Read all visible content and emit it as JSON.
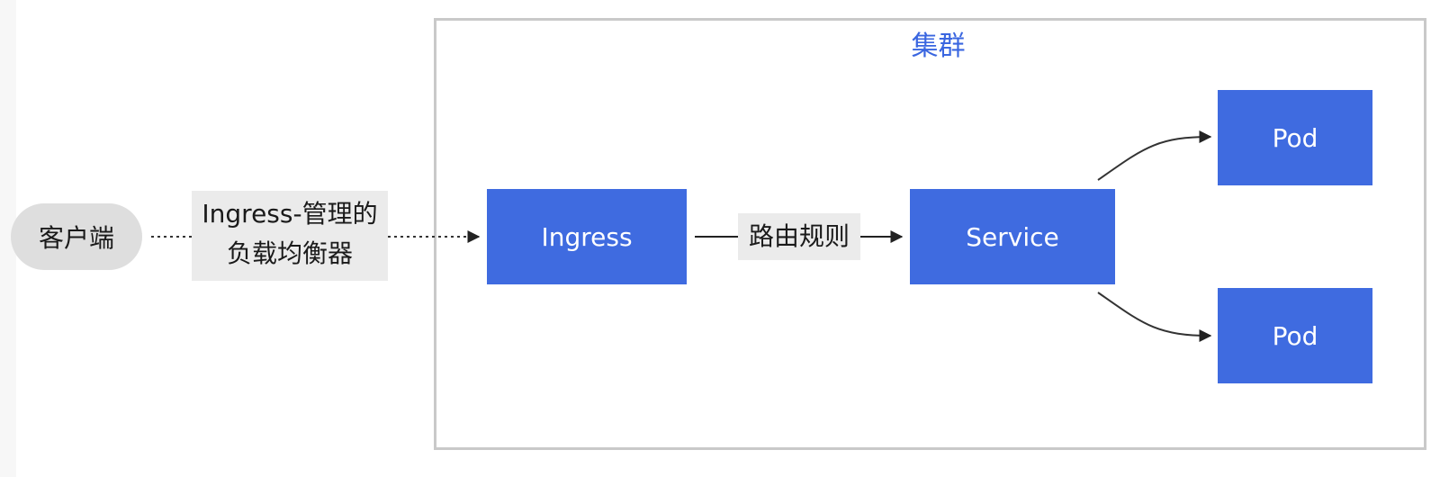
{
  "diagram": {
    "cluster_label": "集群",
    "client_label": "客户端",
    "load_balancer_label_line1": "Ingress-管理的",
    "load_balancer_label_line2": "负载均衡器",
    "ingress_label": "Ingress",
    "routing_label": "路由规则",
    "service_label": "Service",
    "pod_top_label": "Pod",
    "pod_bottom_label": "Pod"
  },
  "colors": {
    "node_fill": "#3f6be0",
    "cluster_label": "#3a66e0",
    "cluster_border": "#c9c9c9",
    "client_fill": "#dedede",
    "edge_label_fill": "#ebebeb"
  }
}
